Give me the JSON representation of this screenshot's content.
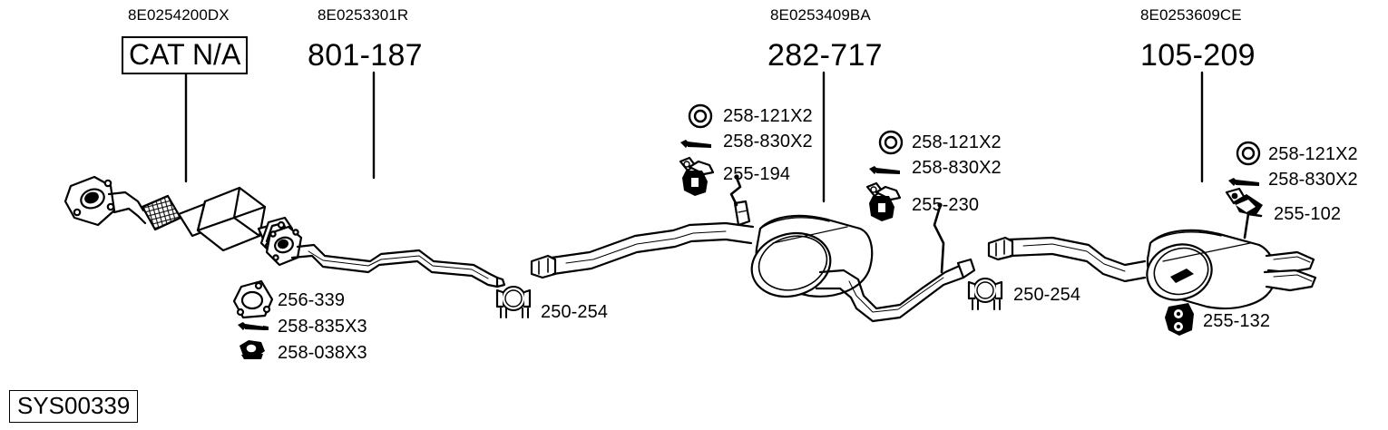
{
  "diagram": {
    "system_id": "SYS00339",
    "groups": [
      {
        "name": "catalytic-converter",
        "oe_code": "8E0254200DX",
        "part_number": "CAT N/A",
        "boxed": true
      },
      {
        "name": "front-pipe",
        "oe_code": "8E0253301R",
        "part_number": "801-187",
        "boxed": false
      },
      {
        "name": "centre-silencer",
        "oe_code": "8E0253409BA",
        "part_number": "282-717",
        "boxed": false
      },
      {
        "name": "rear-silencer",
        "oe_code": "8E0253609CE",
        "part_number": "105-209",
        "boxed": false
      }
    ],
    "hardware_annotations": [
      {
        "group": "catalytic-converter",
        "icon": "flange-gasket-icon",
        "label": "256-339"
      },
      {
        "group": "catalytic-converter",
        "icon": "bolt-icon",
        "label": "258-835X3"
      },
      {
        "group": "catalytic-converter",
        "icon": "nut-icon",
        "label": "258-038X3"
      },
      {
        "group": "front-pipe",
        "icon": "pipe-clamp-icon",
        "label": "250-254"
      },
      {
        "group": "centre-silencer",
        "icon": "ring-gasket-icon",
        "label": "258-121X2"
      },
      {
        "group": "centre-silencer",
        "icon": "bolt-icon",
        "label": "258-830X2"
      },
      {
        "group": "centre-silencer",
        "icon": "rubber-hanger-icon",
        "label": "255-194"
      },
      {
        "group": "centre-silencer-rear",
        "icon": "ring-gasket-icon",
        "label": "258-121X2"
      },
      {
        "group": "centre-silencer-rear",
        "icon": "bolt-icon",
        "label": "258-830X2"
      },
      {
        "group": "centre-silencer-rear",
        "icon": "rubber-hanger-icon",
        "label": "255-230"
      },
      {
        "group": "rear-silencer",
        "icon": "ring-gasket-icon",
        "label": "258-121X2"
      },
      {
        "group": "rear-silencer",
        "icon": "bolt-icon",
        "label": "258-830X2"
      },
      {
        "group": "rear-silencer",
        "icon": "bracket-hanger-icon",
        "label": "255-102"
      },
      {
        "group": "rear-pipe",
        "icon": "pipe-clamp-icon",
        "label": "250-254"
      },
      {
        "group": "rear-silencer",
        "icon": "rubber-mount-icon",
        "label": "255-132"
      }
    ],
    "colors": {
      "background": "#ffffff",
      "line": "#000000",
      "fill": "#ffffff"
    }
  }
}
